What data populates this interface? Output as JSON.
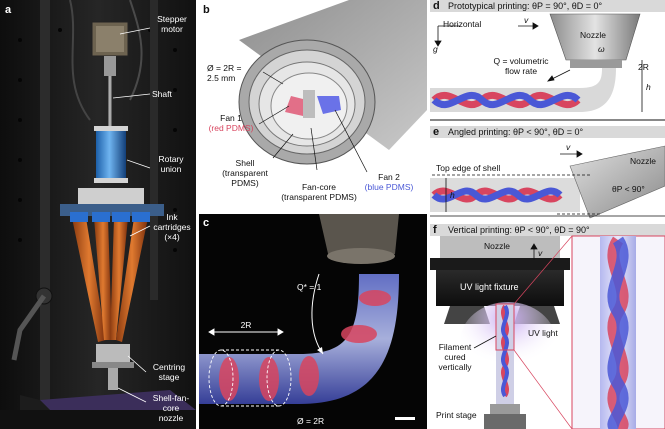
{
  "panel_a": {
    "label": "a",
    "stepper_motor": [
      "Stepper",
      "motor"
    ],
    "shaft": "Shaft",
    "rotary_union": [
      "Rotary",
      "union"
    ],
    "ink_cartridges": [
      "Ink",
      "cartridges",
      "(×4)"
    ],
    "centring_stage": [
      "Centring",
      "stage"
    ],
    "nozzle": [
      "Shell-fan-",
      "core",
      "nozzle"
    ]
  },
  "panel_b": {
    "label": "b",
    "diameter": [
      "Ø = 2R =",
      "2.5 mm"
    ],
    "fan1": "Fan 1",
    "fan1_material": "(red PDMS)",
    "shell": [
      "Shell",
      "(transparent",
      "PDMS)"
    ],
    "fancore": [
      "Fan-core",
      "(transparent PDMS)"
    ],
    "fan2": "Fan 2",
    "fan2_material": "(blue PDMS)"
  },
  "panel_c": {
    "label": "c",
    "qstar": "Q* = 1",
    "two_r": "2R",
    "diameter": "Ø = 2R"
  },
  "panel_d": {
    "label": "d",
    "title": "Prototypical printing: θP = 90°, θD = 0°",
    "horizontal": "Horizontal",
    "v": "v",
    "g": "g",
    "nozzle": "Nozzle",
    "omega": "ω",
    "q": [
      "Q = volumetric",
      "flow rate"
    ],
    "two_r": "2R",
    "h": "h"
  },
  "panel_e": {
    "label": "e",
    "title": "Angled printing: θP < 90°, θD = 0°",
    "v": "v",
    "nozzle": "Nozzle",
    "top_edge": "Top edge of shell",
    "h": "h",
    "theta": "θP < 90°"
  },
  "panel_f": {
    "label": "f",
    "title": "Vertical printing: θP < 90°, θD = 90°",
    "nozzle": "Nozzle",
    "v": "v",
    "uv_fixture": "UV light fixture",
    "uv_light": "UV light",
    "filament": [
      "Filament",
      "cured",
      "vertically"
    ],
    "print_stage": "Print stage"
  },
  "colors": {
    "red_pdms": "#d8455f",
    "blue_pdms": "#4a58d6",
    "panel_header_bg": "#d9d9d9"
  }
}
